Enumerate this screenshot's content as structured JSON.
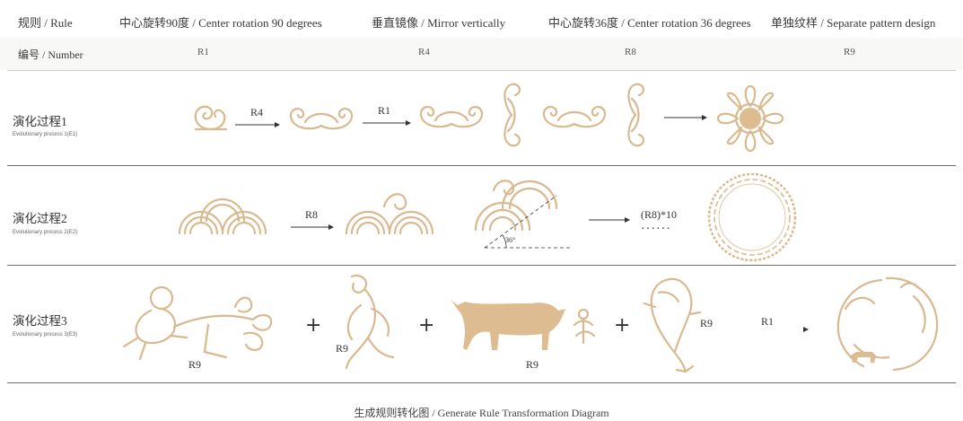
{
  "header": {
    "col0": "规则 / Rule",
    "col1": "中心旋转90度 / Center rotation 90 degrees",
    "col2": "垂直镜像 / Mirror vertically",
    "col3": "中心旋转36度 / Center rotation 36 degrees",
    "col4": "单独纹样 / Separate pattern design"
  },
  "numbers": {
    "label": "编号 / Number",
    "r1": "R1",
    "r4": "R4",
    "r8": "R8",
    "r9": "R9"
  },
  "rows": [
    {
      "title": "演化过程1",
      "subtitle": "Evolutionary process 1(E1)",
      "arrow1": "R4",
      "arrow2": "R1"
    },
    {
      "title": "演化过程2",
      "subtitle": "Evolutionary process 2(E2)",
      "arrow1": "R8",
      "angle": "36°",
      "repeat": "(R8)*10",
      "dots": "······"
    },
    {
      "title": "演化过程3",
      "subtitle": "Evolutionary process 3(E3)",
      "r9a": "R9",
      "r9b": "R9",
      "r9c": "R9",
      "r9d": "R9",
      "r1": "R1",
      "plus": "+"
    }
  ],
  "caption": "生成规则转化图 / Generate Rule Transformation Diagram",
  "colors": {
    "ornament": "#d9b98f",
    "ornament_fill": "#dcbc90",
    "rule": "#6b6b6b"
  }
}
